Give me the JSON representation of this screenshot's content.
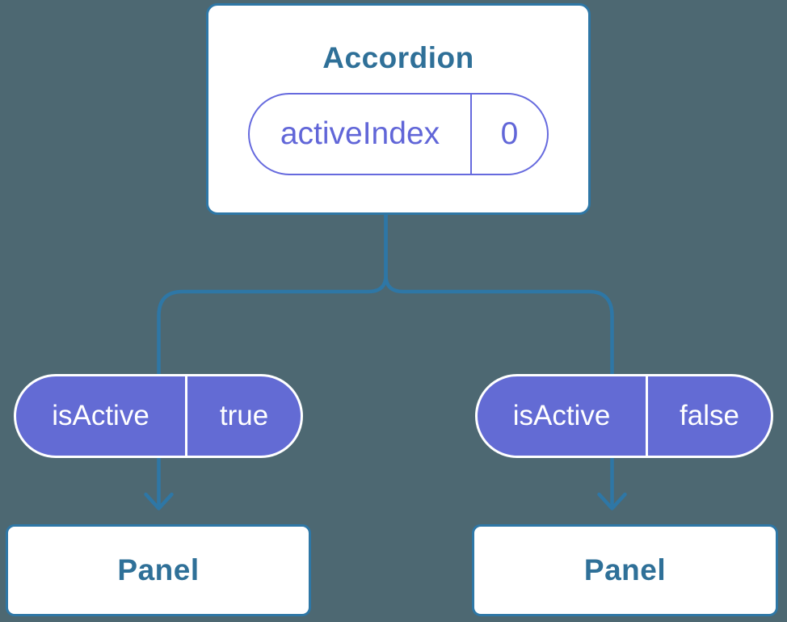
{
  "colors": {
    "background": "#4d6872",
    "connector": "#2e77a6",
    "card_border": "#2e77a6",
    "heading_text": "#2f7098",
    "state_pill_border": "#666ade",
    "state_pill_text": "#6166d8",
    "prop_pill_fill": "#636bd4",
    "prop_pill_border": "#ffffff",
    "prop_pill_text": "#ffffff",
    "panel_text": "#2f7098"
  },
  "diagram": {
    "root": {
      "title": "Accordion",
      "state": {
        "name": "activeIndex",
        "value": "0"
      }
    },
    "children": [
      {
        "prop": {
          "name": "isActive",
          "value": "true"
        },
        "component": "Panel"
      },
      {
        "prop": {
          "name": "isActive",
          "value": "false"
        },
        "component": "Panel"
      }
    ]
  }
}
